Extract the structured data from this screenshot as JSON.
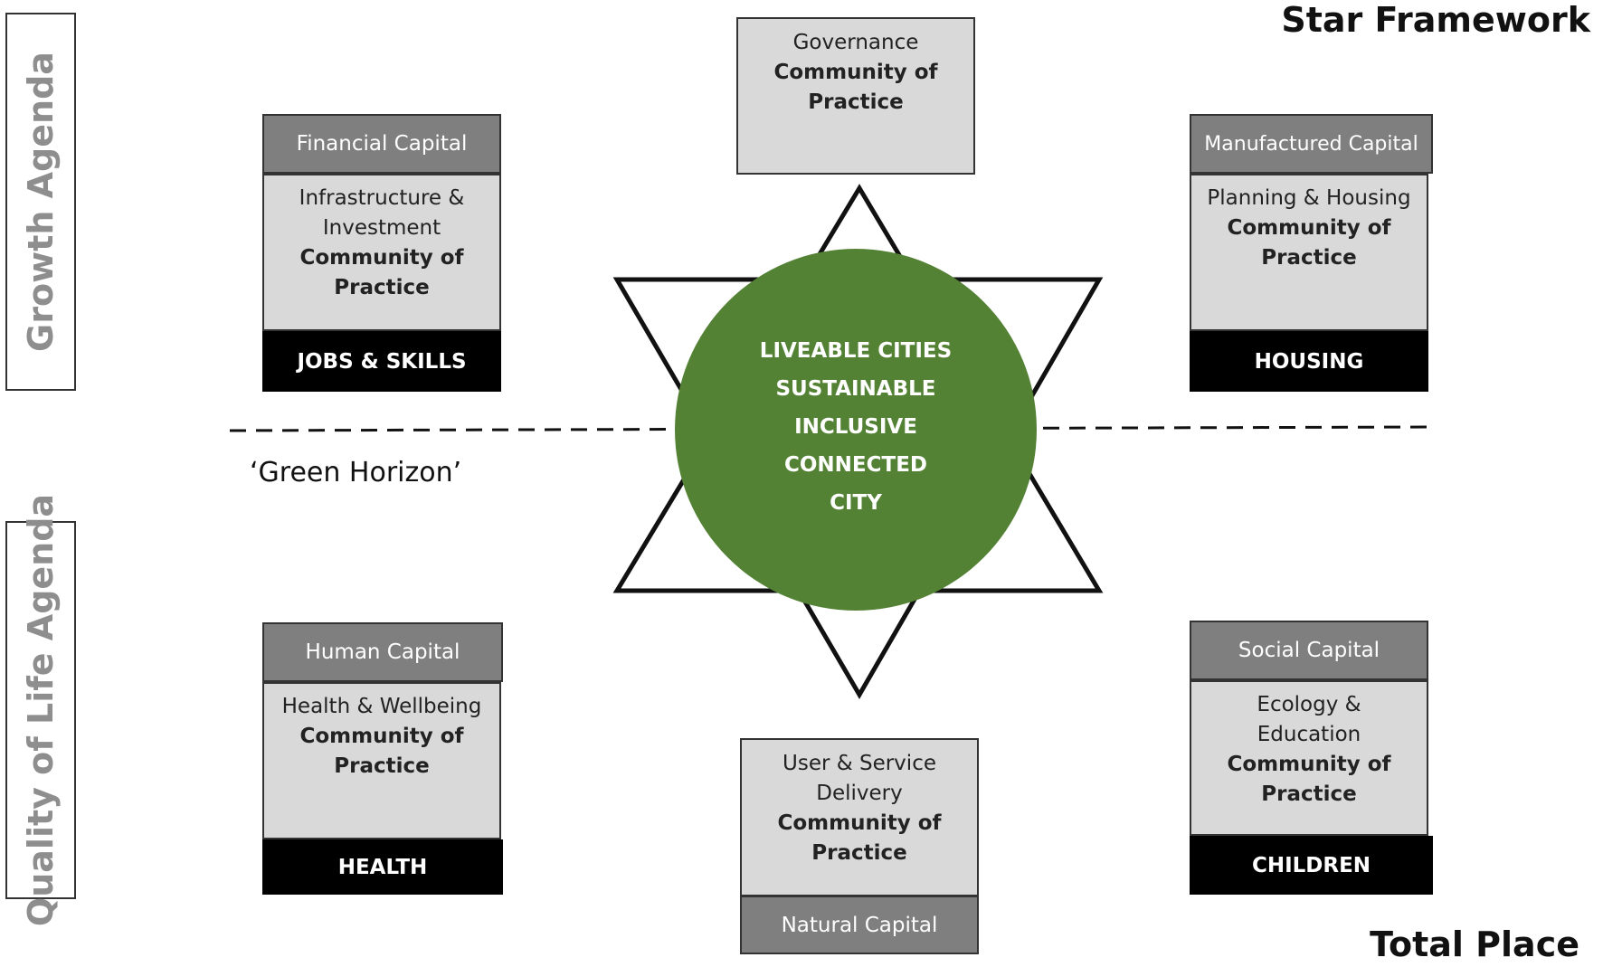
{
  "titles": {
    "top_right": "Star Framework",
    "bottom_right": "Total Place"
  },
  "side_labels": {
    "top": "Growth Agenda",
    "bottom": "Quality of Life Agenda"
  },
  "horizon_label": "‘Green Horizon’",
  "center": {
    "lines": [
      "LIVEABLE CITIES",
      "SUSTAINABLE",
      "INCLUSIVE",
      "CONNECTED",
      "CITY"
    ],
    "fill_color": "#548235"
  },
  "colors": {
    "capital_header": "#7f7f7f",
    "practice_box": "#d9d9d9",
    "agenda_bar": "#000000"
  },
  "boxes": {
    "governance": {
      "topic": "Governance",
      "cop": "Community of Practice"
    },
    "financial": {
      "capital": "Financial Capital",
      "topic": "Infrastructure & Investment",
      "cop": "Community of Practice",
      "agenda": "JOBS & SKILLS"
    },
    "manufactured": {
      "capital": "Manufactured Capital",
      "topic": "Planning & Housing",
      "cop": "Community of Practice",
      "agenda": "HOUSING"
    },
    "human": {
      "capital": "Human Capital",
      "topic": "Health & Wellbeing",
      "cop": "Community of Practice",
      "agenda": "HEALTH"
    },
    "natural": {
      "topic": "User & Service Delivery",
      "cop": "Community of Practice",
      "capital": "Natural Capital"
    },
    "social": {
      "capital": "Social Capital",
      "topic": "Ecology & Education",
      "cop": "Community of Practice",
      "agenda": "CHILDREN"
    }
  }
}
